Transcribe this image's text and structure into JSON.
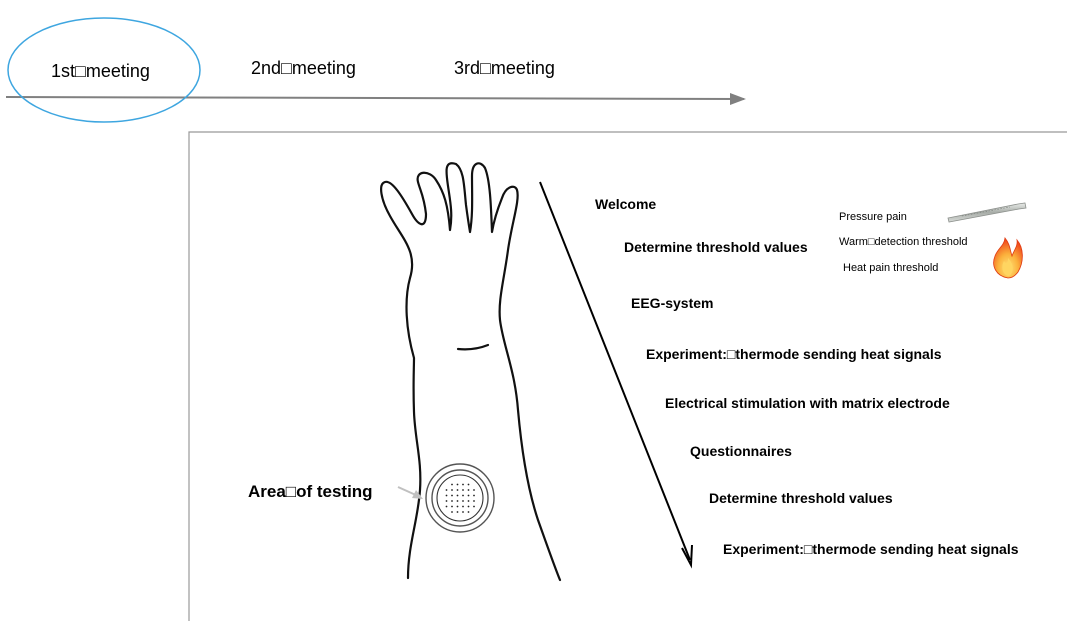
{
  "timeline": {
    "meetings": [
      {
        "label": "1st□meeting",
        "highlighted": true
      },
      {
        "label": "2nd□meeting",
        "highlighted": false
      },
      {
        "label": "3rd□meeting",
        "highlighted": false
      }
    ]
  },
  "panel": {
    "area_label": "Area□of testing",
    "steps": [
      "Welcome",
      "Determine threshold values",
      "EEG-system",
      "Experiment:□thermode sending heat signals",
      "Electrical stimulation with matrix electrode",
      "Questionnaires",
      "Determine threshold values",
      "Experiment:□thermode sending heat signals"
    ],
    "thresholds": [
      "Pressure pain",
      "Warm□detection threshold",
      "Heat pain threshold"
    ],
    "icons": [
      "pressure-algometer-icon",
      "flame-icon",
      "matrix-electrode-icon",
      "arm-outline"
    ]
  },
  "colors": {
    "highlight_ellipse": "#3ea6e0",
    "timeline_arrow": "#808080",
    "panel_border": "#999999",
    "flame_outer": "#f04a1c",
    "flame_inner": "#fbb13c"
  }
}
